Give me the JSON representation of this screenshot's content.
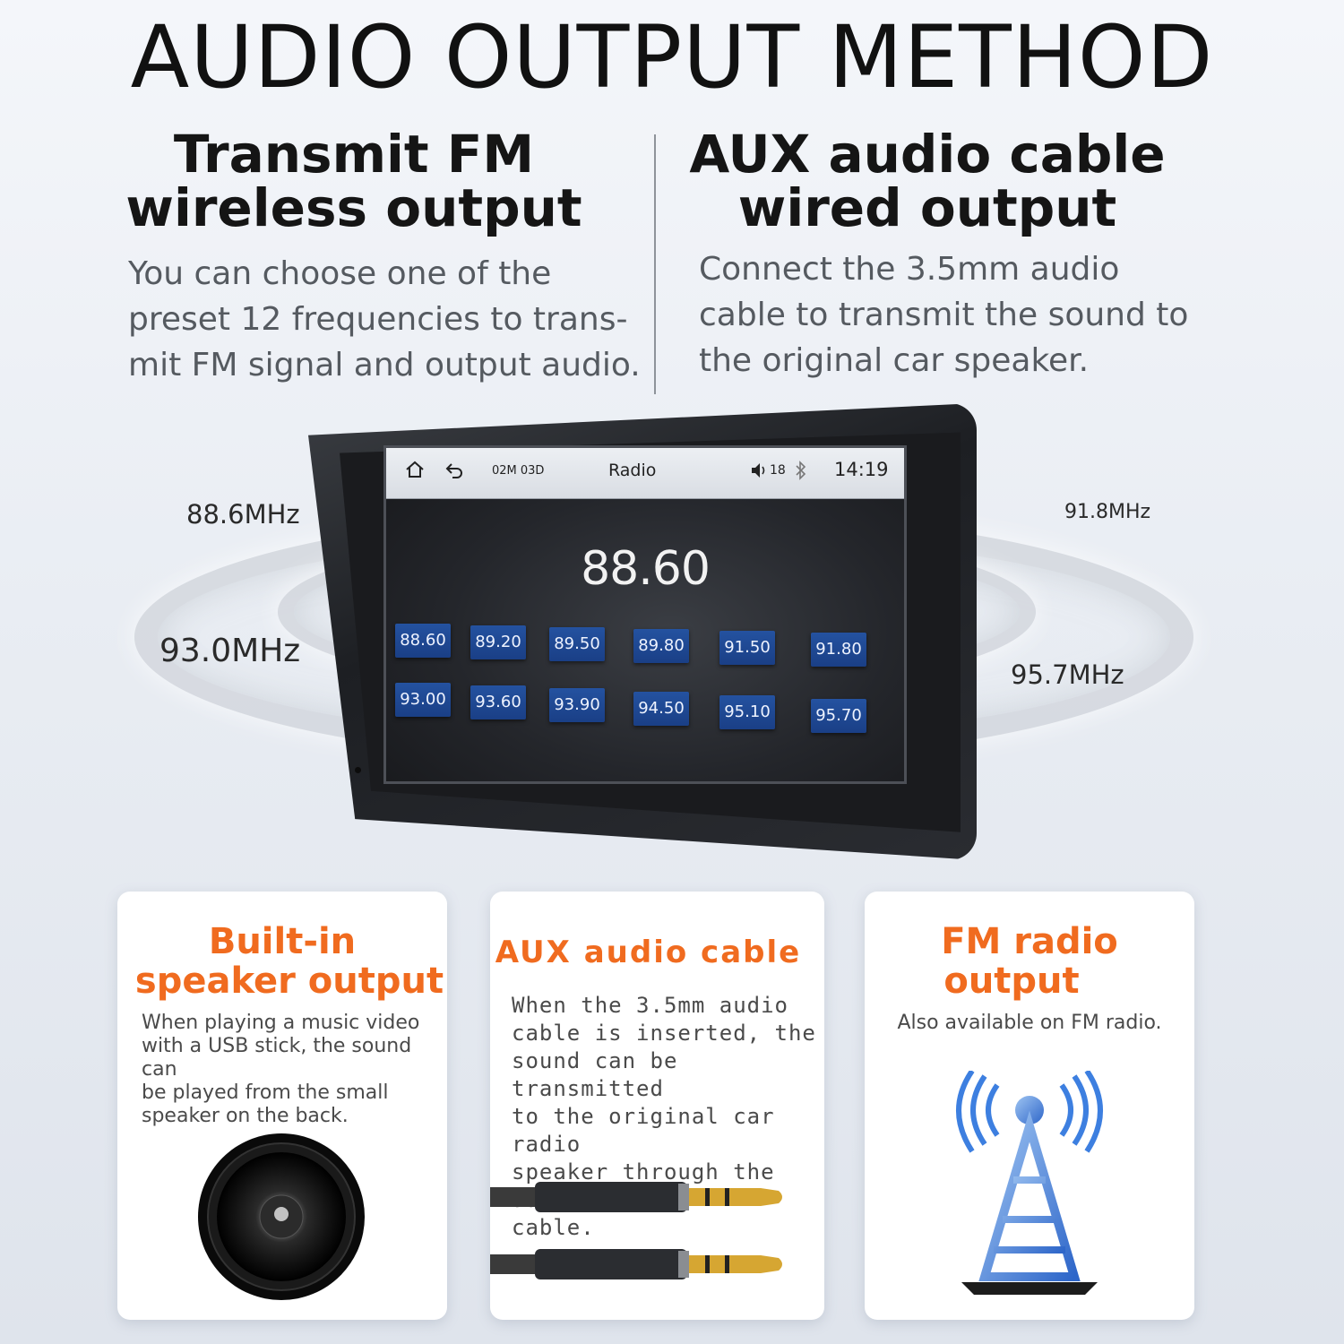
{
  "title": "AUDIO OUTPUT METHOD",
  "fm_section": {
    "heading_line1": "Transmit FM",
    "heading_line2": "wireless output",
    "body_line1": "You can choose one of the",
    "body_line2": "preset 12 frequencies to trans-",
    "body_line3": "mit FM signal and output audio."
  },
  "aux_section": {
    "heading_line1": "AUX audio cable",
    "heading_line2": "wired output",
    "body_line1": "Connect the 3.5mm audio",
    "body_line2": "cable to transmit the sound to",
    "body_line3": "the original car speaker."
  },
  "frequency_labels": {
    "top_left": "88.6MHz",
    "bottom_left": "93.0MHz",
    "top_right": "91.8MHz",
    "bottom_right": "95.7MHz"
  },
  "device_screen": {
    "status_bar": {
      "home_icon": "home-icon",
      "back_icon": "back-icon",
      "date": "02M 03D",
      "title": "Radio",
      "volume_icon": "volume-icon",
      "volume": "18",
      "bluetooth_icon": "bluetooth-icon",
      "time": "14:19"
    },
    "current_frequency": "88.60",
    "presets_row1": [
      "88.60",
      "89.20",
      "89.50",
      "89.80",
      "91.50",
      "91.80"
    ],
    "presets_row2": [
      "93.00",
      "93.60",
      "93.90",
      "94.50",
      "95.10",
      "95.70"
    ],
    "preset_color": "#1f4a96"
  },
  "cards": {
    "speaker": {
      "title_line1": "Built-in",
      "title_line2": "speaker output",
      "body_line1": "When playing a music video",
      "body_line2": "with a USB stick, the sound can",
      "body_line3": "be played from the small",
      "body_line4": "speaker on the back.",
      "icon": "speaker-icon"
    },
    "aux": {
      "title": "AUX audio cable",
      "body_line1": "When the 3.5mm audio",
      "body_line2": "cable is inserted, the",
      "body_line3": "sound can be transmitted",
      "body_line4": "to the original car radio",
      "body_line5": "speaker through the data",
      "body_line6": "cable.",
      "icon": "aux-cable-icon"
    },
    "fm": {
      "title_line1": "FM radio",
      "title_line2": "output",
      "body": "Also available on FM radio.",
      "icon": "radio-tower-icon"
    },
    "accent_color": "#f06b1f"
  }
}
